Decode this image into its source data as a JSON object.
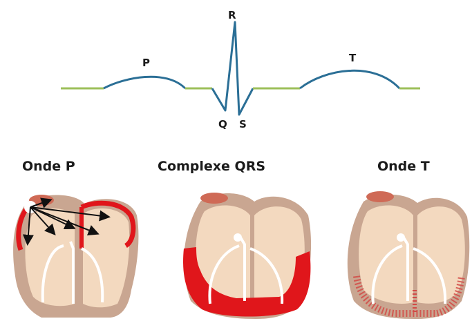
{
  "ecg": {
    "labels": {
      "p": "P",
      "r": "R",
      "q": "Q",
      "s": "S",
      "t": "T"
    },
    "colors": {
      "baseline": "#9cbf5a",
      "wave": "#2b6f96"
    }
  },
  "hearts": [
    {
      "title": "Onde P"
    },
    {
      "title": "Complexe QRS"
    },
    {
      "title": "Onde T"
    }
  ],
  "colors": {
    "heart_wall": "#c9a691",
    "heart_inner": "#f3d9bf",
    "node": "#cf6a56",
    "depolarization": "#e0161b",
    "conduction": "#ffffff",
    "arrows": "#111111"
  }
}
